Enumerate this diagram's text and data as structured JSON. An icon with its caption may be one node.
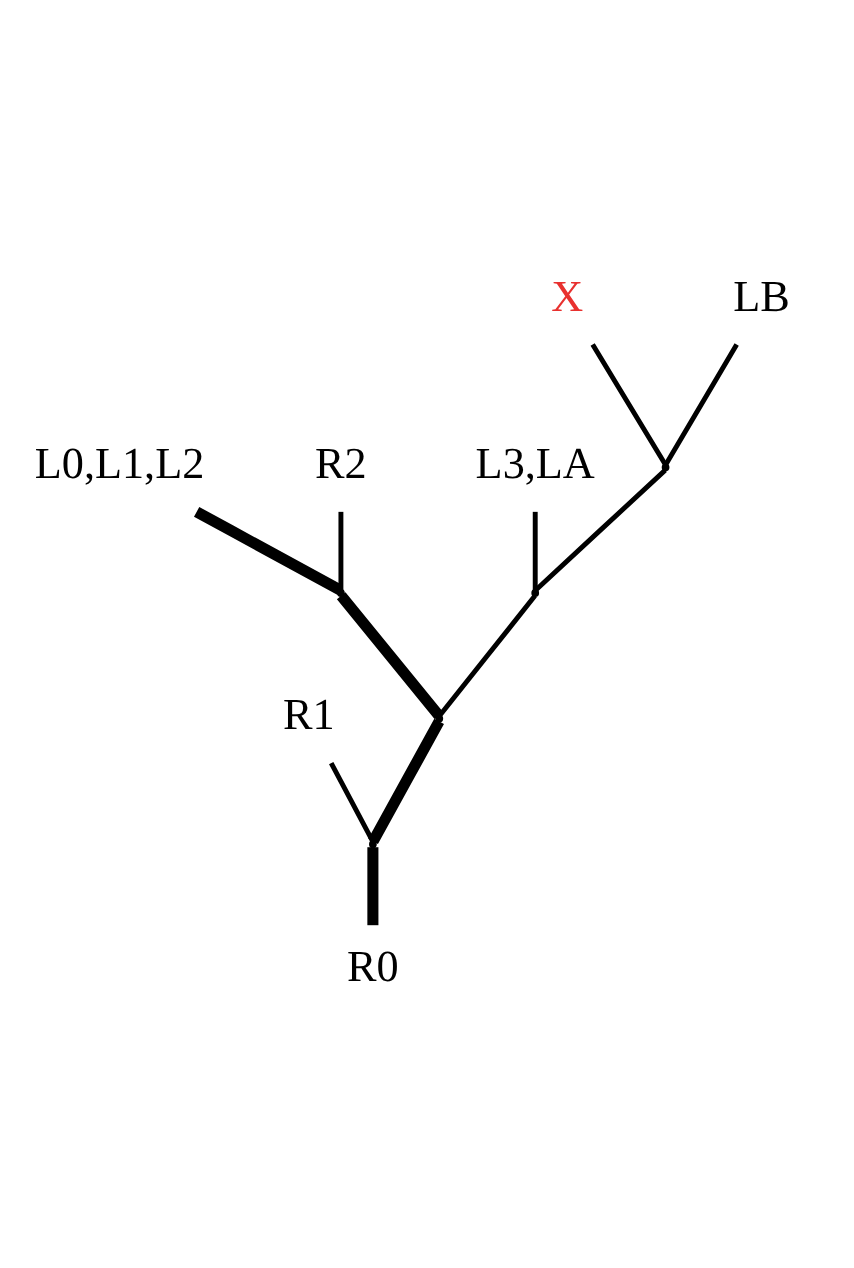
{
  "diagram": {
    "nodes": [
      {
        "text": [
          "X"
        ]
      },
      {
        "text": [
          "LB"
        ]
      },
      {
        "text": [
          "L0,L1,L2"
        ]
      },
      {
        "text": [
          "R2"
        ]
      },
      {
        "text": [
          "L3,LA"
        ]
      },
      {
        "text": [
          "R1"
        ]
      },
      {
        "text": [
          "R0"
        ]
      },
      {
        "text": [],
        "shape": "point"
      },
      {
        "text": [],
        "shape": "point"
      },
      {
        "text": [],
        "shape": "point"
      },
      {
        "text": [],
        "shape": "point"
      },
      {
        "text": [],
        "shape": "point"
      }
    ],
    "edges": [
      {
        "from": 6,
        "to": 11,
        "arrow": "none",
        "style": "thick"
      },
      {
        "from": 11,
        "to": 5,
        "arrow": "none"
      },
      {
        "from": 11,
        "to": 10,
        "arrow": "none",
        "style": "thick"
      },
      {
        "from": 10,
        "to": 9,
        "arrow": "none"
      },
      {
        "from": 10,
        "to": 8,
        "arrow": "none",
        "style": "thick"
      },
      {
        "from": 8,
        "to": 3,
        "arrow": "none"
      },
      {
        "from": 8,
        "to": 2,
        "arrow": "none",
        "style": "thick"
      },
      {
        "from": 9,
        "to": 4,
        "arrow": "none"
      },
      {
        "from": 9,
        "to": 7,
        "arrow": "none"
      },
      {
        "from": 7,
        "to": 1,
        "arrow": "none"
      },
      {
        "from": 7,
        "to": 0,
        "arrow": "none"
      }
    ]
  }
}
